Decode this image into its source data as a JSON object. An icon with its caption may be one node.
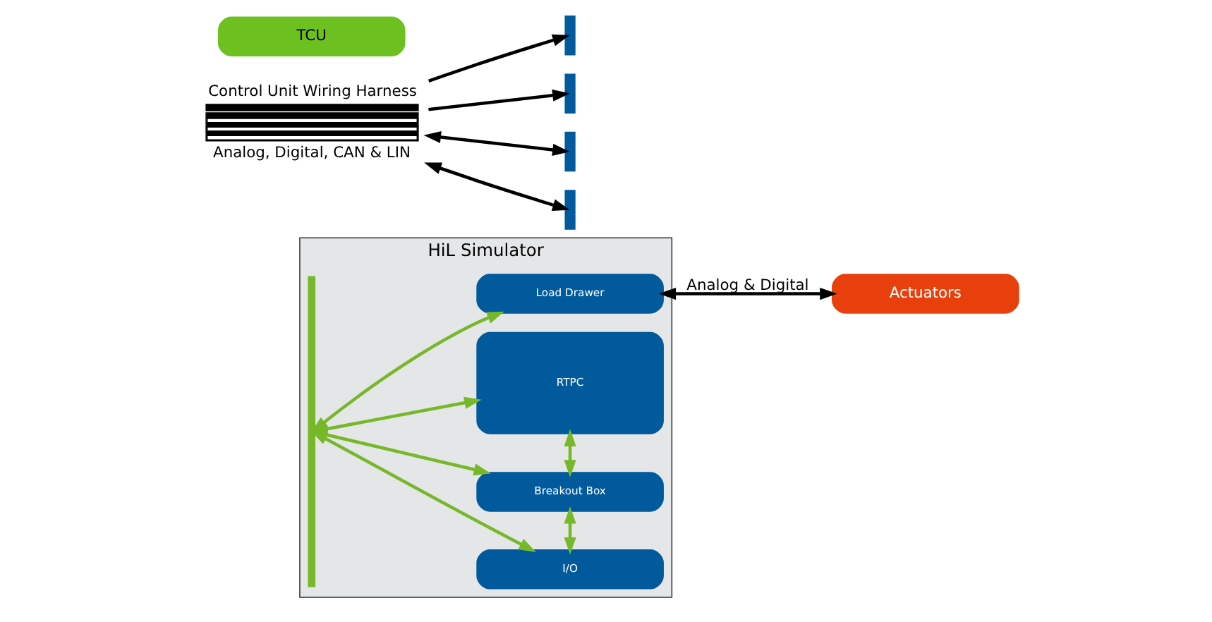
{
  "diagram": {
    "nodes": [
      {
        "text": [
          "HiL Simulator"
        ]
      },
      {
        "text": [
          "I/O"
        ],
        "in": 0
      },
      {
        "text": [
          "Breakout Box"
        ],
        "in": 0
      },
      {
        "text": [
          "RTPC"
        ],
        "in": 0
      },
      {
        "text": [
          "Load Drawer"
        ],
        "in": 0
      },
      {
        "text": [],
        "shape": "bar",
        "in": 0
      },
      {
        "text": [],
        "shape": "box"
      },
      {
        "text": [],
        "shape": "box"
      },
      {
        "text": [
          "Control Unit Wiring Harness"
        ],
        "beside": [
          "Analog, Digital, CAN & LIN"
        ]
      },
      {
        "text": [],
        "shape": "box"
      },
      {
        "text": [],
        "shape": "box"
      },
      {
        "text": [
          "TCU"
        ]
      },
      {
        "text": [
          "Actuators"
        ]
      }
    ],
    "edges": [
      {
        "from": 5,
        "to": 1,
        "arrow": "both",
        "color": "#77b82a"
      },
      {
        "from": 5,
        "to": 2,
        "arrow": "both",
        "color": "#77b82a"
      },
      {
        "from": 5,
        "to": 3,
        "arrow": "both",
        "color": "#77b82a"
      },
      {
        "from": 5,
        "to": 4,
        "arrow": "both",
        "color": "#77b82a"
      },
      {
        "from": 1,
        "to": 2,
        "arrow": "both",
        "color": "#77b82a"
      },
      {
        "from": 2,
        "to": 3,
        "arrow": "both",
        "color": "#77b82a"
      },
      {
        "from": 8,
        "to": 6,
        "arrow": "to",
        "color": "#000000"
      },
      {
        "from": 8,
        "to": 7,
        "arrow": "to",
        "color": "#000000"
      },
      {
        "from": 8,
        "to": 9,
        "arrow": "both",
        "color": "#000000"
      },
      {
        "from": 8,
        "to": 10,
        "arrow": "both",
        "color": "#000000"
      },
      {
        "from": 4,
        "to": 12,
        "arrow": "both",
        "label": "Analog & Digital",
        "color": "#000000"
      }
    ]
  }
}
